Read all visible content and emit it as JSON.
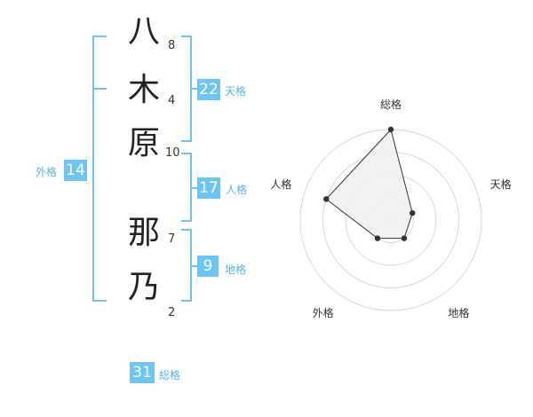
{
  "name_characters": [
    {
      "char": "八",
      "strokes": "8"
    },
    {
      "char": "木",
      "strokes": "4"
    },
    {
      "char": "原",
      "strokes": "10"
    },
    {
      "char": "那",
      "strokes": "7"
    },
    {
      "char": "乃",
      "strokes": "2"
    }
  ],
  "grids": {
    "tenkaku": {
      "value": "22",
      "label": "天格"
    },
    "jinkaku": {
      "value": "17",
      "label": "人格"
    },
    "chikaku": {
      "value": "9",
      "label": "地格"
    },
    "gaikaku": {
      "value": "14",
      "label": "外格"
    },
    "soukaku": {
      "value": "31",
      "label": "総格"
    }
  },
  "colors": {
    "accent": "#6ec6f0",
    "label": "#5ab4e0",
    "text": "#222222"
  },
  "chart_data": {
    "type": "radar",
    "axes": [
      "総格",
      "天格",
      "地格",
      "外格",
      "人格"
    ],
    "values": [
      4,
      1,
      1,
      1,
      3
    ],
    "rings": 4,
    "max": 4
  }
}
